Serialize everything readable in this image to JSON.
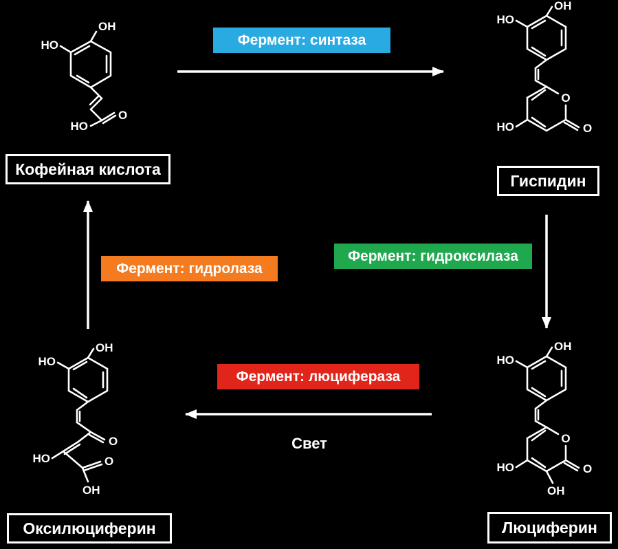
{
  "compounds": {
    "caffeic_acid": {
      "name": "Кофейная кислота",
      "atoms": {
        "oh_top": "OH",
        "ho_left": "HO",
        "o_carbonyl": "O",
        "ho_acid": "HO"
      }
    },
    "hispidin": {
      "name": "Гиспидин",
      "atoms": {
        "oh_top": "OH",
        "ho_left": "HO",
        "o_ring": "O",
        "o_carbonyl": "O",
        "ho_ring": "HO"
      }
    },
    "luciferin": {
      "name": "Люциферин",
      "atoms": {
        "oh_top": "OH",
        "ho_left": "HO",
        "o_ring": "O",
        "o_carbonyl": "O",
        "ho_ring": "HO",
        "oh_ring": "OH"
      }
    },
    "oxyluciferin": {
      "name": "Оксилюциферин",
      "atoms": {
        "oh_top": "OH",
        "ho_left": "HO",
        "o_ketone": "O",
        "ho_enol": "HO",
        "o_acid": "O",
        "oh_acid": "OH"
      }
    }
  },
  "reactions": {
    "synthase": {
      "label": "Фермент: синтаза",
      "color": "#29ABE2"
    },
    "hydroxylase": {
      "label": "Фермент: гидроксилаза",
      "color": "#1FA84D"
    },
    "luciferase": {
      "label": "Фермент: люцифераза",
      "color": "#E1251B",
      "emission": "Свет"
    },
    "hydrolase": {
      "label": "Фермент: гидролаза",
      "color": "#F47B20"
    }
  },
  "colors": {
    "background": "#000000",
    "foreground": "#FFFFFF"
  }
}
